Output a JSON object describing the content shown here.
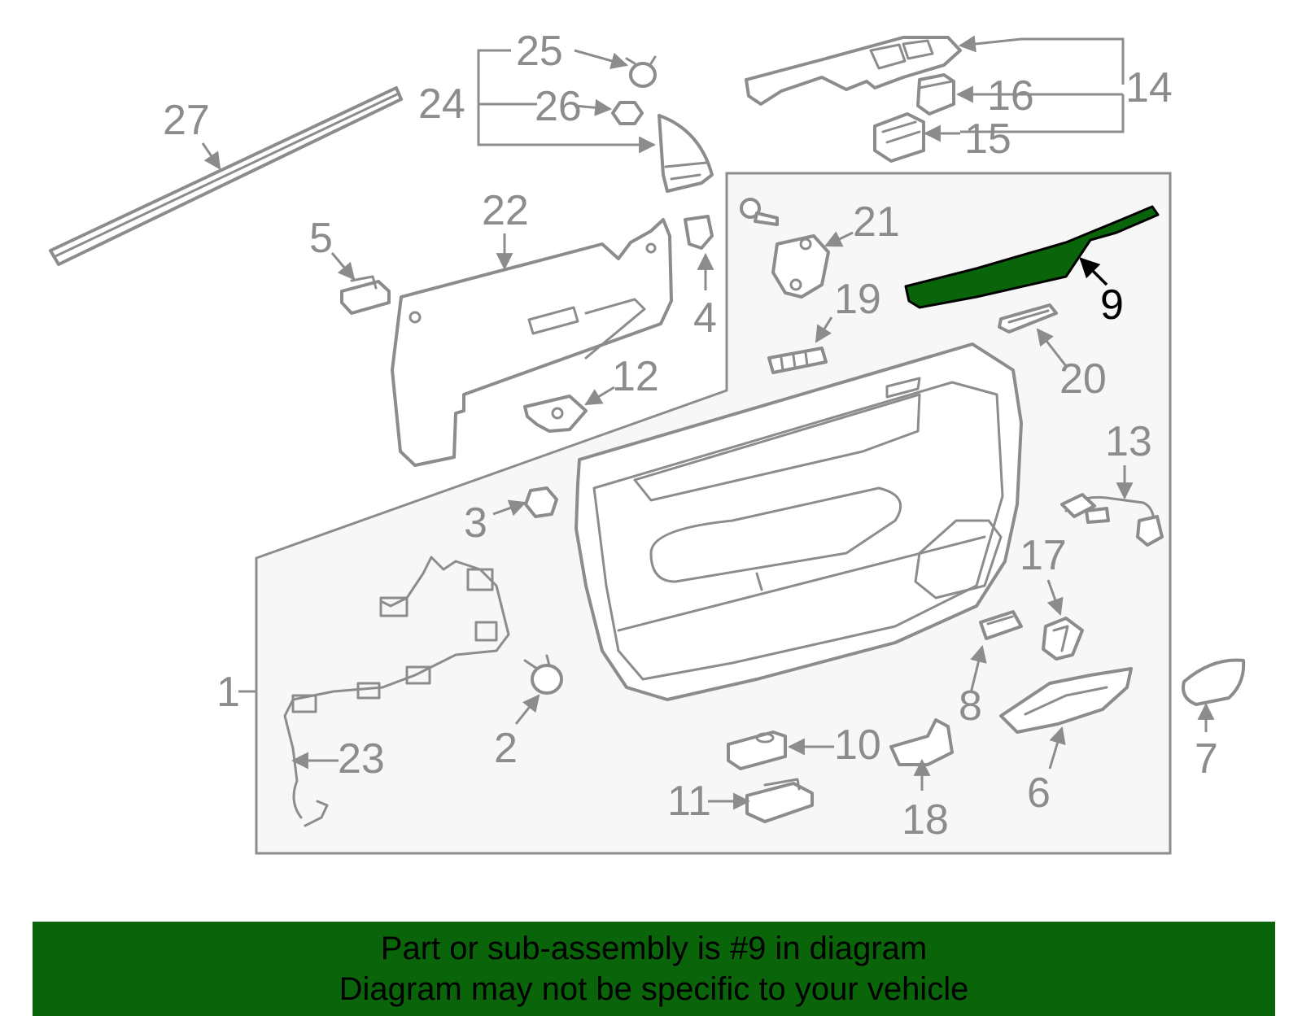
{
  "diagram": {
    "highlight_color": "#0a640a",
    "highlighted_part": "9",
    "callouts": [
      "1",
      "2",
      "3",
      "4",
      "5",
      "6",
      "7",
      "8",
      "9",
      "10",
      "11",
      "12",
      "13",
      "14",
      "15",
      "16",
      "17",
      "18",
      "19",
      "20",
      "21",
      "22",
      "23",
      "24",
      "25",
      "26",
      "27"
    ]
  },
  "banner": {
    "background_color": "#0a640a",
    "line1": "Part or sub-assembly is #9 in diagram",
    "line2": "Diagram may not be specific to your vehicle"
  }
}
